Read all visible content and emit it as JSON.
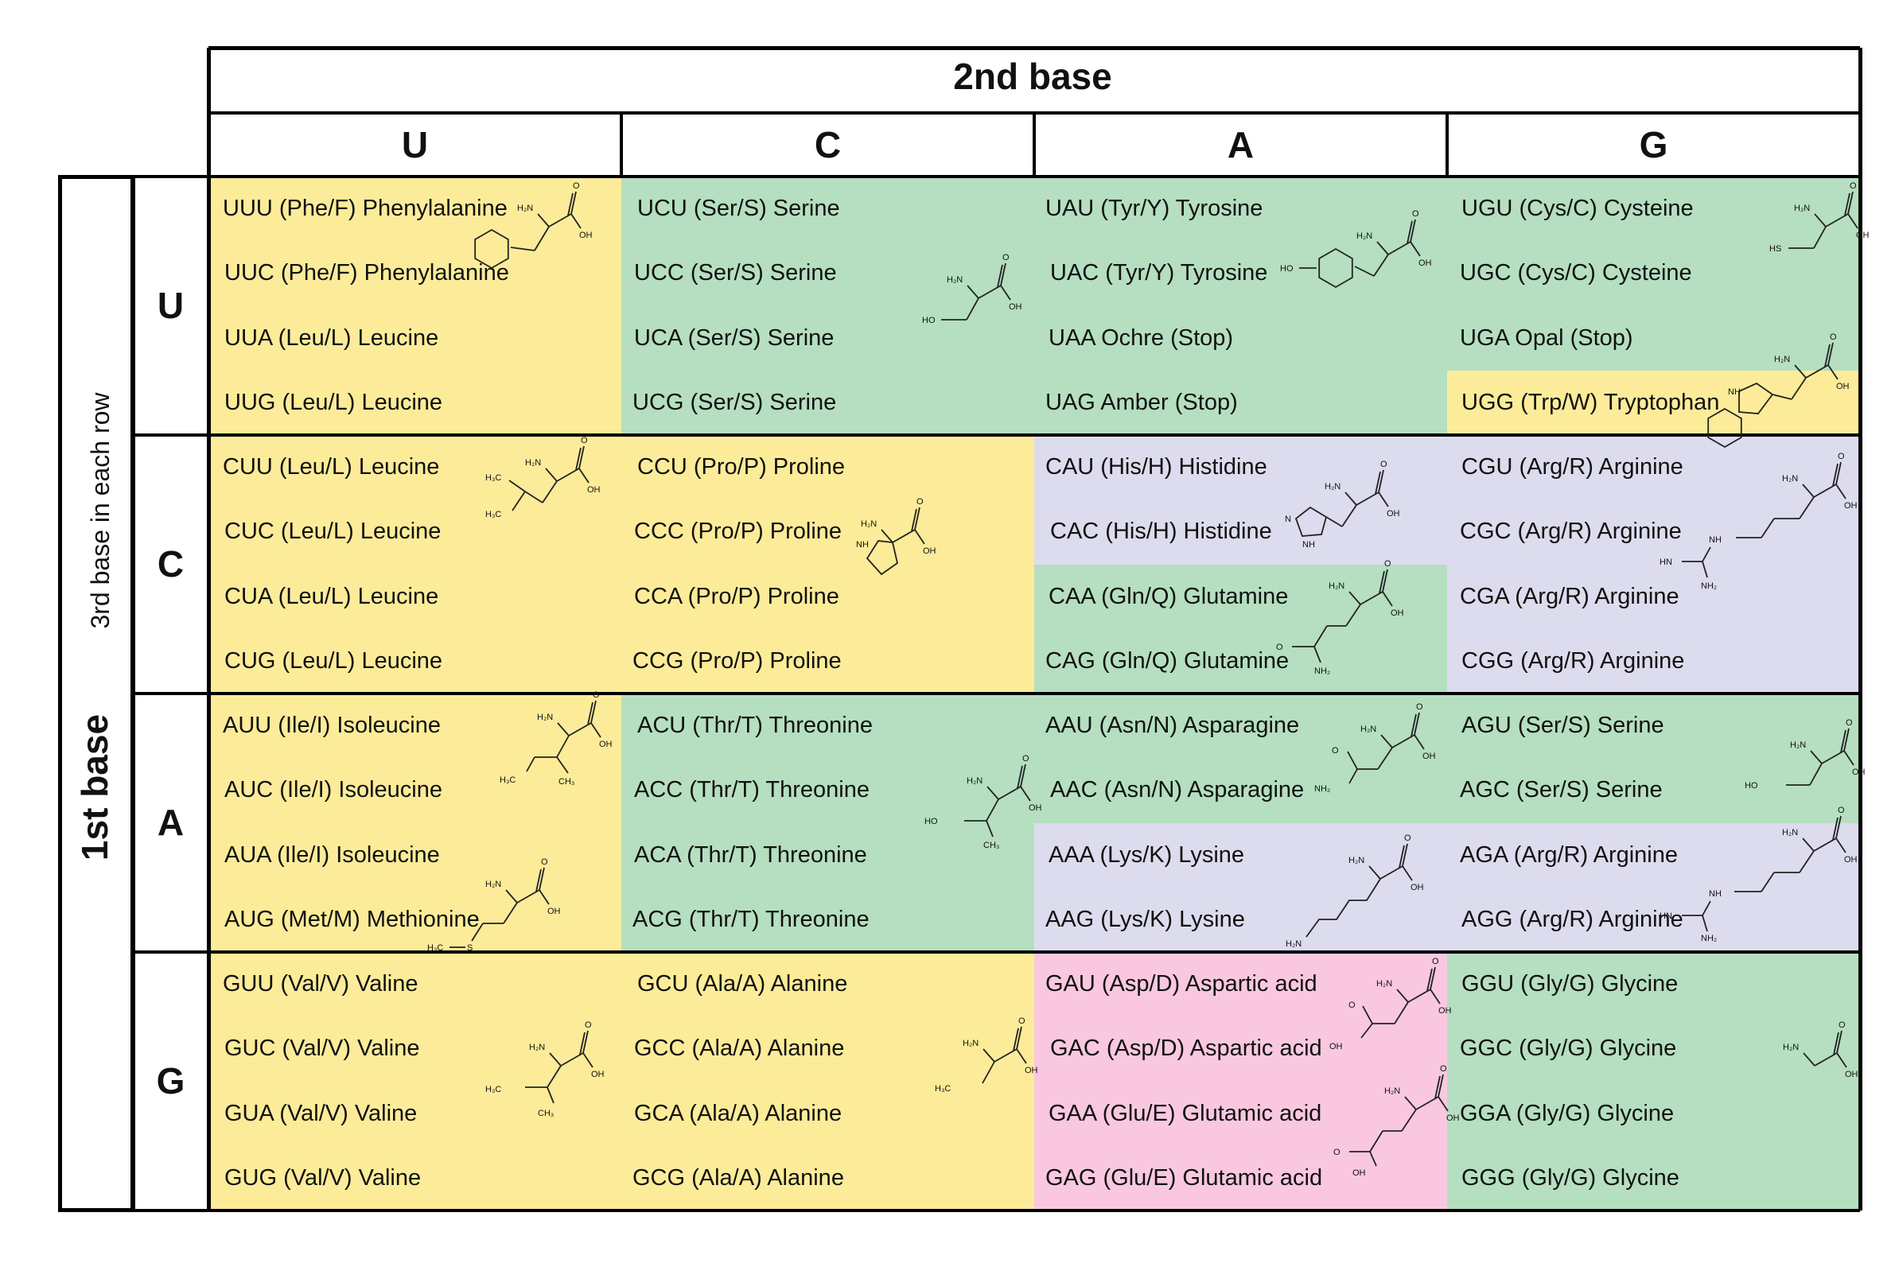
{
  "colors": {
    "nonpolar": "#fcec99",
    "polar": "#b5dfc0",
    "basic": "#dcdcee",
    "acidic": "#f9c8e0",
    "border": "#000000"
  },
  "headers": {
    "top": "2nd base",
    "side_outer": "1st base",
    "side_inner": "3rd base in each row",
    "second_bases": [
      "U",
      "C",
      "A",
      "G"
    ],
    "first_bases": [
      "U",
      "C",
      "A",
      "G"
    ]
  },
  "codons": [
    [
      "UUU (Phe/F) Phenylalanine",
      "UUC (Phe/F) Phenylalanine",
      "UUA (Leu/L) Leucine",
      "UUG (Leu/L) Leucine",
      "UCU (Ser/S) Serine",
      "UCC (Ser/S) Serine",
      "UCA (Ser/S) Serine",
      "UCG (Ser/S) Serine",
      "UAU (Tyr/Y) Tyrosine",
      "UAC (Tyr/Y) Tyrosine",
      "UAA Ochre (Stop)",
      "UAG Amber (Stop)",
      "UGU (Cys/C) Cysteine",
      "UGC (Cys/C) Cysteine",
      "UGA Opal (Stop)",
      "UGG (Trp/W) Tryptophan"
    ],
    [
      "CUU (Leu/L) Leucine",
      "CUC (Leu/L) Leucine",
      "CUA (Leu/L) Leucine",
      "CUG (Leu/L) Leucine",
      "CCU (Pro/P) Proline",
      "CCC (Pro/P) Proline",
      "CCA (Pro/P) Proline",
      "CCG (Pro/P) Proline",
      "CAU (His/H) Histidine",
      "CAC (His/H) Histidine",
      "CAA (Gln/Q) Glutamine",
      "CAG (Gln/Q) Glutamine",
      "CGU (Arg/R) Arginine",
      "CGC (Arg/R) Arginine",
      "CGA (Arg/R) Arginine",
      "CGG (Arg/R) Arginine"
    ],
    [
      "AUU (Ile/I) Isoleucine",
      "AUC (Ile/I) Isoleucine",
      "AUA (Ile/I) Isoleucine",
      "AUG (Met/M) Methionine",
      "ACU (Thr/T) Threonine",
      "ACC (Thr/T) Threonine",
      "ACA (Thr/T) Threonine",
      "ACG (Thr/T) Threonine",
      "AAU (Asn/N) Asparagine",
      "AAC (Asn/N) Asparagine",
      "AAA (Lys/K) Lysine",
      "AAG (Lys/K) Lysine",
      "AGU (Ser/S) Serine",
      "AGC (Ser/S) Serine",
      "AGA (Arg/R) Arginine",
      "AGG (Arg/R) Arginine"
    ],
    [
      "GUU (Val/V) Valine",
      "GUC (Val/V) Valine",
      "GUA (Val/V) Valine",
      "GUG (Val/V) Valine",
      "GCU (Ala/A) Alanine",
      "GCC (Ala/A) Alanine",
      "GCA (Ala/A) Alanine",
      "GCG (Ala/A) Alanine",
      "GAU (Asp/D) Aspartic acid",
      "GAC (Asp/D) Aspartic acid",
      "GAA (Glu/E) Glutamic acid",
      "GAG (Glu/E) Glutamic acid",
      "GGU (Gly/G) Glycine",
      "GGC (Gly/G) Glycine",
      "GGA (Gly/G) Glycine",
      "GGG (Gly/G) Glycine"
    ]
  ],
  "groups": [
    [
      "nonpolar",
      "nonpolar",
      "nonpolar",
      "nonpolar",
      "polar",
      "polar",
      "polar",
      "polar",
      "polar",
      "polar",
      "polar",
      "polar",
      "polar",
      "polar",
      "polar",
      "nonpolar"
    ],
    [
      "nonpolar",
      "nonpolar",
      "nonpolar",
      "nonpolar",
      "nonpolar",
      "nonpolar",
      "nonpolar",
      "nonpolar",
      "basic",
      "basic",
      "polar",
      "polar",
      "basic",
      "basic",
      "basic",
      "basic"
    ],
    [
      "nonpolar",
      "nonpolar",
      "nonpolar",
      "nonpolar",
      "polar",
      "polar",
      "polar",
      "polar",
      "polar",
      "polar",
      "basic",
      "basic",
      "polar",
      "polar",
      "basic",
      "basic"
    ],
    [
      "nonpolar",
      "nonpolar",
      "nonpolar",
      "nonpolar",
      "nonpolar",
      "nonpolar",
      "nonpolar",
      "nonpolar",
      "acidic",
      "acidic",
      "acidic",
      "acidic",
      "polar",
      "polar",
      "polar",
      "polar"
    ]
  ],
  "structure_labels": {
    "amine": "H₂N",
    "acid_h": "OH",
    "oxygen": "O",
    "methyl": "CH₃",
    "methyl_l": "H₃C",
    "hydroxyl_l": "HO",
    "thiol_l": "HS",
    "ring_nh": "NH",
    "amide_n": "NH₂",
    "imine": "HN",
    "sulfur": "S",
    "ring_n": "N"
  }
}
